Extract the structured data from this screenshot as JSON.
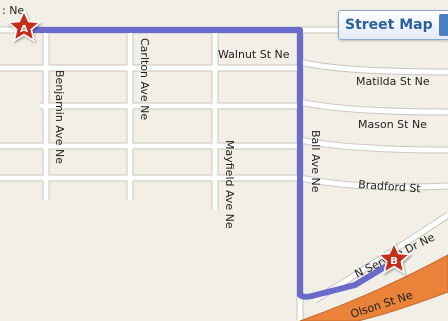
{
  "map": {
    "view_mode": "Street Map",
    "streets": {
      "walnut": "Walnut St Ne",
      "matilda": "Matilda St Ne",
      "mason": "Mason St Ne",
      "bradford": "Bradford St",
      "carlton": "Carlton Ave Ne",
      "benjamin": "Benjamin Ave Ne",
      "mayfield": "Mayfield Ave Ne",
      "ball": "Ball Ave Ne",
      "service": "N Service Dr Ne",
      "olson": "Olson St Ne",
      "partial_top": ": Ne"
    },
    "markers": {
      "start": "A",
      "end": "B"
    },
    "colors": {
      "background": "#f1efe6",
      "road": "#ffffff",
      "road_edge": "#c9c6bb",
      "route": "#5c5fc8",
      "highway": "#e9833a",
      "marker_fill": "#c62e1c"
    }
  }
}
